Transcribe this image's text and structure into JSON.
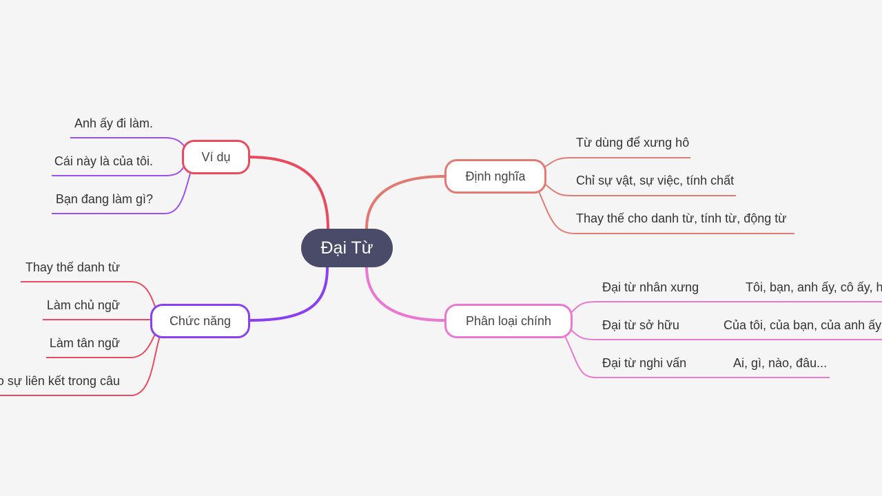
{
  "central": {
    "title": "Đại Từ"
  },
  "colors": {
    "central": "#4a4b68",
    "dinh_nghia": "#e07a72",
    "vi_du": "#e84a5f",
    "chuc_nang": "#8a3ff0",
    "phan_loai": "#e878d0",
    "vi_du_children": "#9b4ff0",
    "chuc_nang_children": "#e84a5f"
  },
  "branches": {
    "dinh_nghia": {
      "label": "Định nghĩa",
      "children": [
        "Từ dùng để xưng hô",
        "Chỉ sự vật, sự việc, tính chất",
        "Thay thế cho danh từ, tính từ, động từ"
      ]
    },
    "vi_du": {
      "label": "Ví dụ",
      "children": [
        "Anh ấy đi làm.",
        "Cái này là của tôi.",
        "Bạn đang làm gì?"
      ]
    },
    "chuc_nang": {
      "label": "Chức năng",
      "children": [
        "Thay thế danh từ",
        "Làm chủ ngữ",
        "Làm tân ngữ",
        "Tạo sự liên kết trong câu"
      ]
    },
    "phan_loai": {
      "label": "Phân loại chính",
      "children": [
        {
          "label": "Đại từ nhân xưng",
          "example": "Tôi, bạn, anh ấy, cô ấy, họ"
        },
        {
          "label": "Đại từ sở hữu",
          "example": "Của tôi, của bạn, của anh ấy"
        },
        {
          "label": "Đại từ nghi vấn",
          "example": "Ai, gì, nào, đâu..."
        }
      ]
    }
  }
}
